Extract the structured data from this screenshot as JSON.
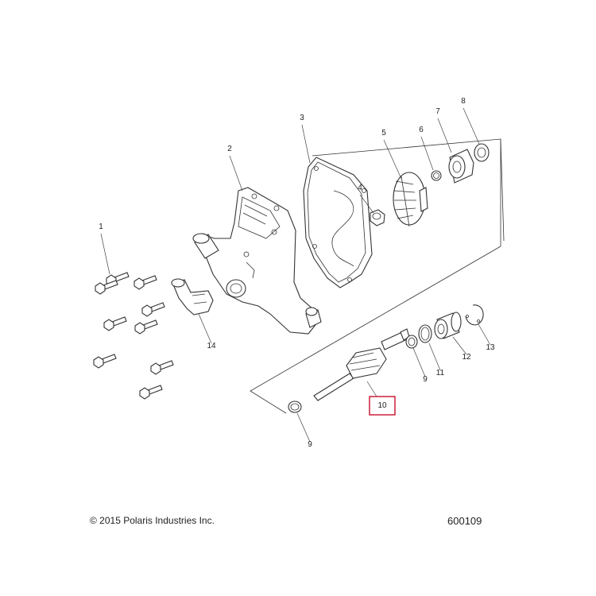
{
  "diagram": {
    "callouts": [
      {
        "id": "c1",
        "label": "1"
      },
      {
        "id": "c2",
        "label": "2"
      },
      {
        "id": "c3",
        "label": "3"
      },
      {
        "id": "c4",
        "label": "4"
      },
      {
        "id": "c5",
        "label": "5"
      },
      {
        "id": "c6",
        "label": "6"
      },
      {
        "id": "c7",
        "label": "7"
      },
      {
        "id": "c8",
        "label": "8"
      },
      {
        "id": "c9a",
        "label": "9"
      },
      {
        "id": "c9b",
        "label": "9"
      },
      {
        "id": "c10",
        "label": "10"
      },
      {
        "id": "c11",
        "label": "11"
      },
      {
        "id": "c12",
        "label": "12"
      },
      {
        "id": "c13",
        "label": "13"
      },
      {
        "id": "c14",
        "label": "14"
      }
    ],
    "highlight_color": "#c8102e"
  },
  "footer": {
    "copyright": "© 2015 Polaris Industries Inc.",
    "drawing_number": "600109"
  }
}
